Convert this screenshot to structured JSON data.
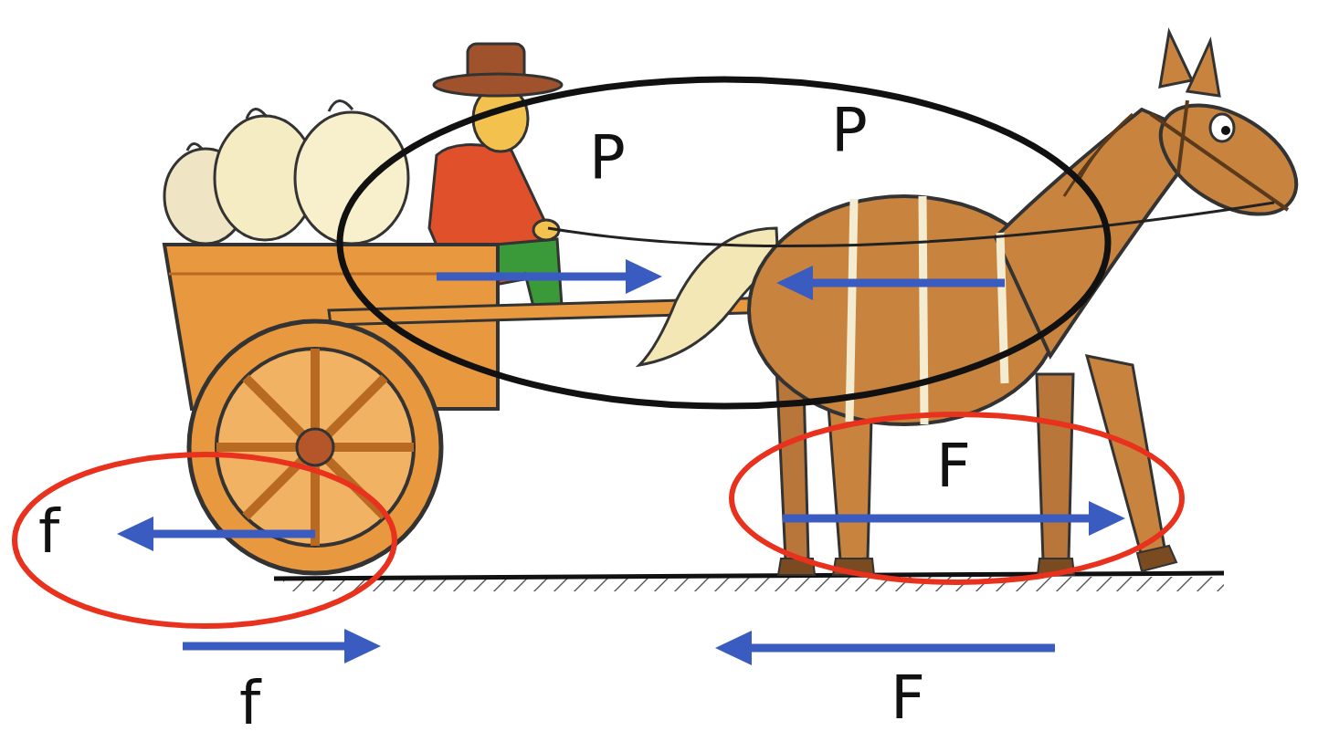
{
  "diagram": {
    "nodes": [
      {
        "text": [
          "P",
          "P"
        ]
      },
      {
        "text": [
          "f"
        ]
      },
      {
        "text": [
          "F"
        ]
      }
    ],
    "labels": [
      "f",
      "F"
    ]
  }
}
